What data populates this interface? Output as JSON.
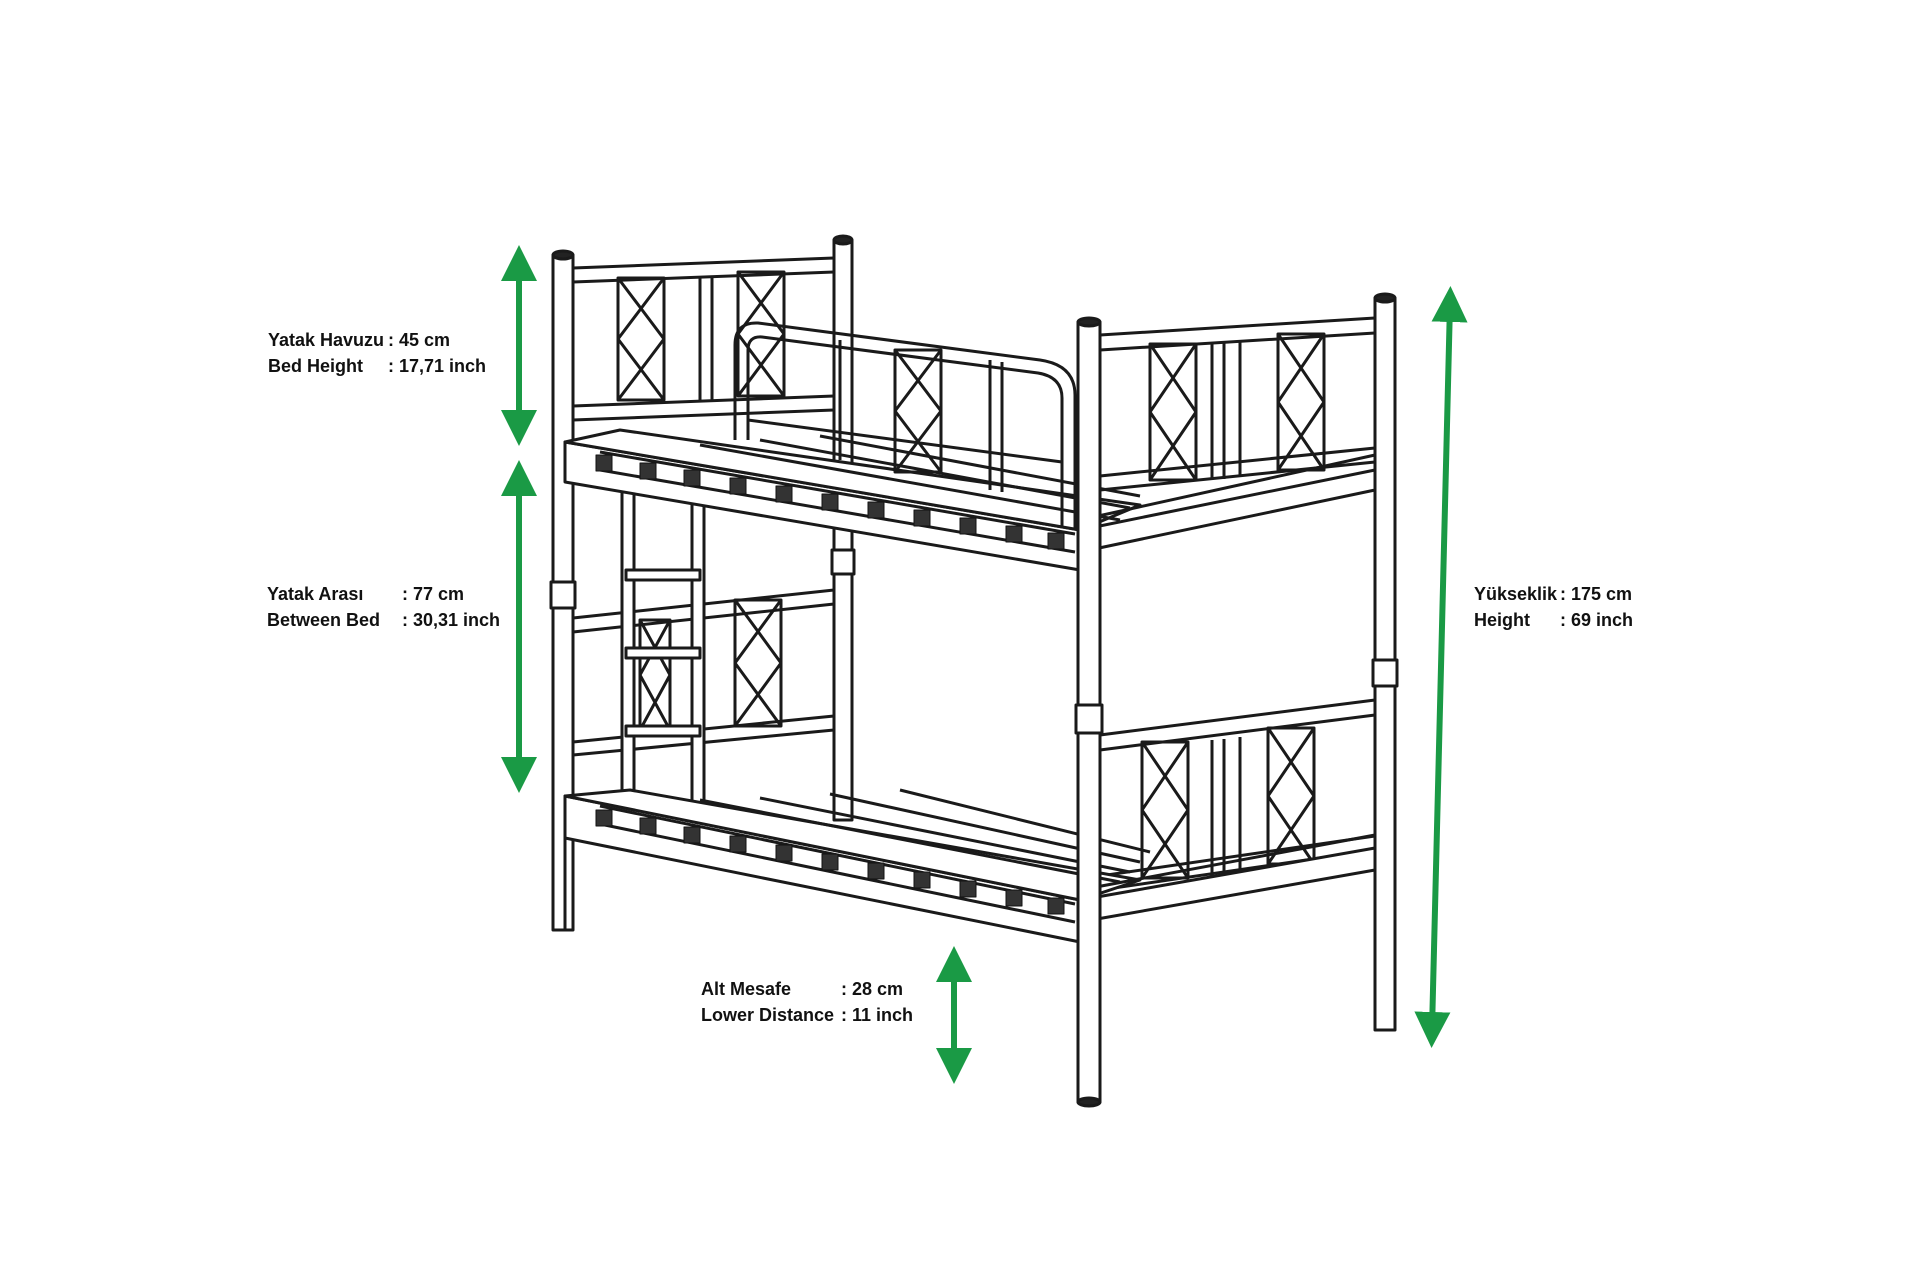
{
  "colors": {
    "arrow": "#1a9a45",
    "line": "#1a1a1a",
    "background": "#ffffff"
  },
  "dimensions": [
    {
      "id": "bed-height",
      "lines": [
        {
          "key": "Yatak Havuzu",
          "value": ": 45 cm"
        },
        {
          "key": "Bed Height",
          "value": ": 17,71 inch"
        }
      ]
    },
    {
      "id": "between-bed",
      "lines": [
        {
          "key": "Yatak Arası",
          "value": ": 77 cm"
        },
        {
          "key": "Between Bed",
          "value": ": 30,31 inch"
        }
      ]
    },
    {
      "id": "total-height",
      "lines": [
        {
          "key": "Yükseklik",
          "value": ":  175 cm"
        },
        {
          "key": "Height",
          "value": ":  69 inch"
        }
      ]
    },
    {
      "id": "lower-distance",
      "lines": [
        {
          "key": "Alt Mesafe",
          "value": ": 28 cm"
        },
        {
          "key": "Lower Distance",
          "value": ": 11 inch"
        }
      ]
    }
  ]
}
